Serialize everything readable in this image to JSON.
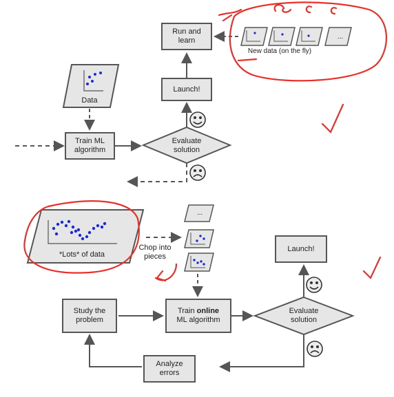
{
  "top": {
    "run_and_learn": "Run and learn",
    "new_data": "New data (on the fly)",
    "ellipsis": "...",
    "launch": "Launch!",
    "data": "Data",
    "train": "Train ML algorithm",
    "evaluate": "Evaluate solution"
  },
  "bottom": {
    "lots_of_data": "*Lots* of data",
    "chop": "Chop into pieces",
    "ellipsis": "...",
    "launch": "Launch!",
    "study": "Study the problem",
    "train_prefix": "Train",
    "train_bold": "online",
    "train_suffix": "ML algorithm",
    "evaluate": "Evaluate solution",
    "analyze": "Analyze errors"
  },
  "colors": {
    "box_fill": "#e6e6e6",
    "stroke": "#555555",
    "dots": "#1a2bd6",
    "ink": "#e8302a"
  },
  "icons": [
    "smiley-icon",
    "frown-icon",
    "scatter-icon",
    "checkmark-icon"
  ]
}
